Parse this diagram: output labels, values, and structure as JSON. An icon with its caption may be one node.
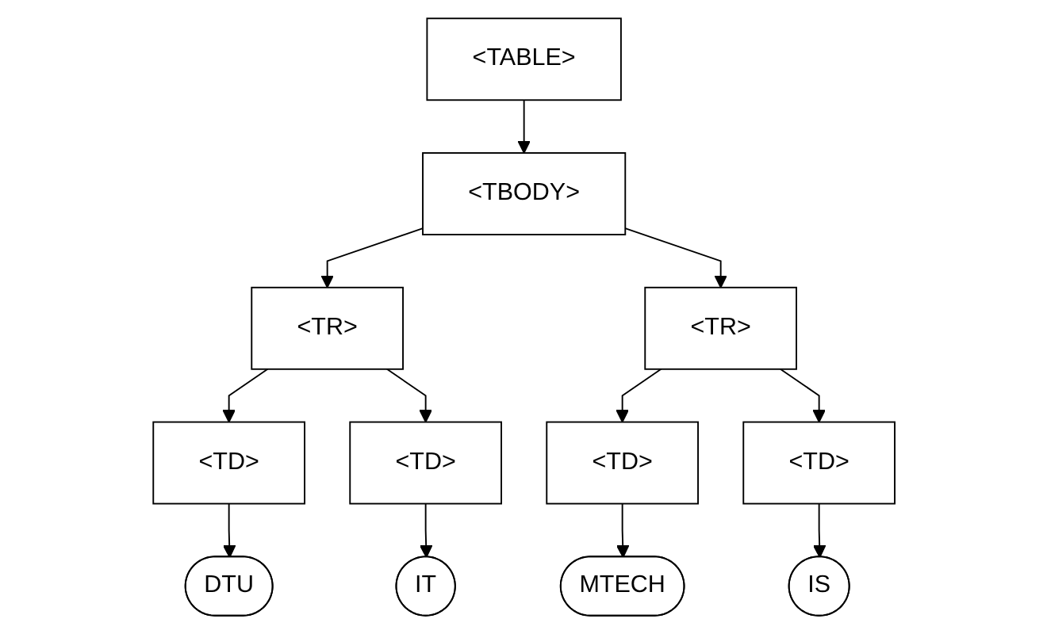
{
  "diagram": {
    "nodes": [
      {
        "text": [
          "<TABLE>"
        ]
      },
      {
        "text": [
          "<TBODY>"
        ]
      },
      {
        "text": [
          "<TR>"
        ]
      },
      {
        "text": [
          "<TR>"
        ]
      },
      {
        "text": [
          "<TD>"
        ]
      },
      {
        "text": [
          "<TD>"
        ]
      },
      {
        "text": [
          "<TD>"
        ]
      },
      {
        "text": [
          "<TD>"
        ]
      },
      {
        "text": [
          "DTU"
        ]
      },
      {
        "text": [
          "IT"
        ]
      },
      {
        "text": [
          "MTECH"
        ]
      },
      {
        "text": [
          "IS"
        ]
      }
    ],
    "edges": [
      {
        "from": 0,
        "to": 1,
        "arrow": "to"
      },
      {
        "from": 1,
        "to": 2,
        "arrow": "to"
      },
      {
        "from": 1,
        "to": 3,
        "arrow": "to"
      },
      {
        "from": 2,
        "to": 4,
        "arrow": "to"
      },
      {
        "from": 2,
        "to": 5,
        "arrow": "to"
      },
      {
        "from": 3,
        "to": 6,
        "arrow": "to"
      },
      {
        "from": 3,
        "to": 7,
        "arrow": "to"
      },
      {
        "from": 4,
        "to": 8,
        "arrow": "to"
      },
      {
        "from": 5,
        "to": 9,
        "arrow": "to"
      },
      {
        "from": 6,
        "to": 10,
        "arrow": "to"
      },
      {
        "from": 7,
        "to": 11,
        "arrow": "to"
      }
    ]
  }
}
